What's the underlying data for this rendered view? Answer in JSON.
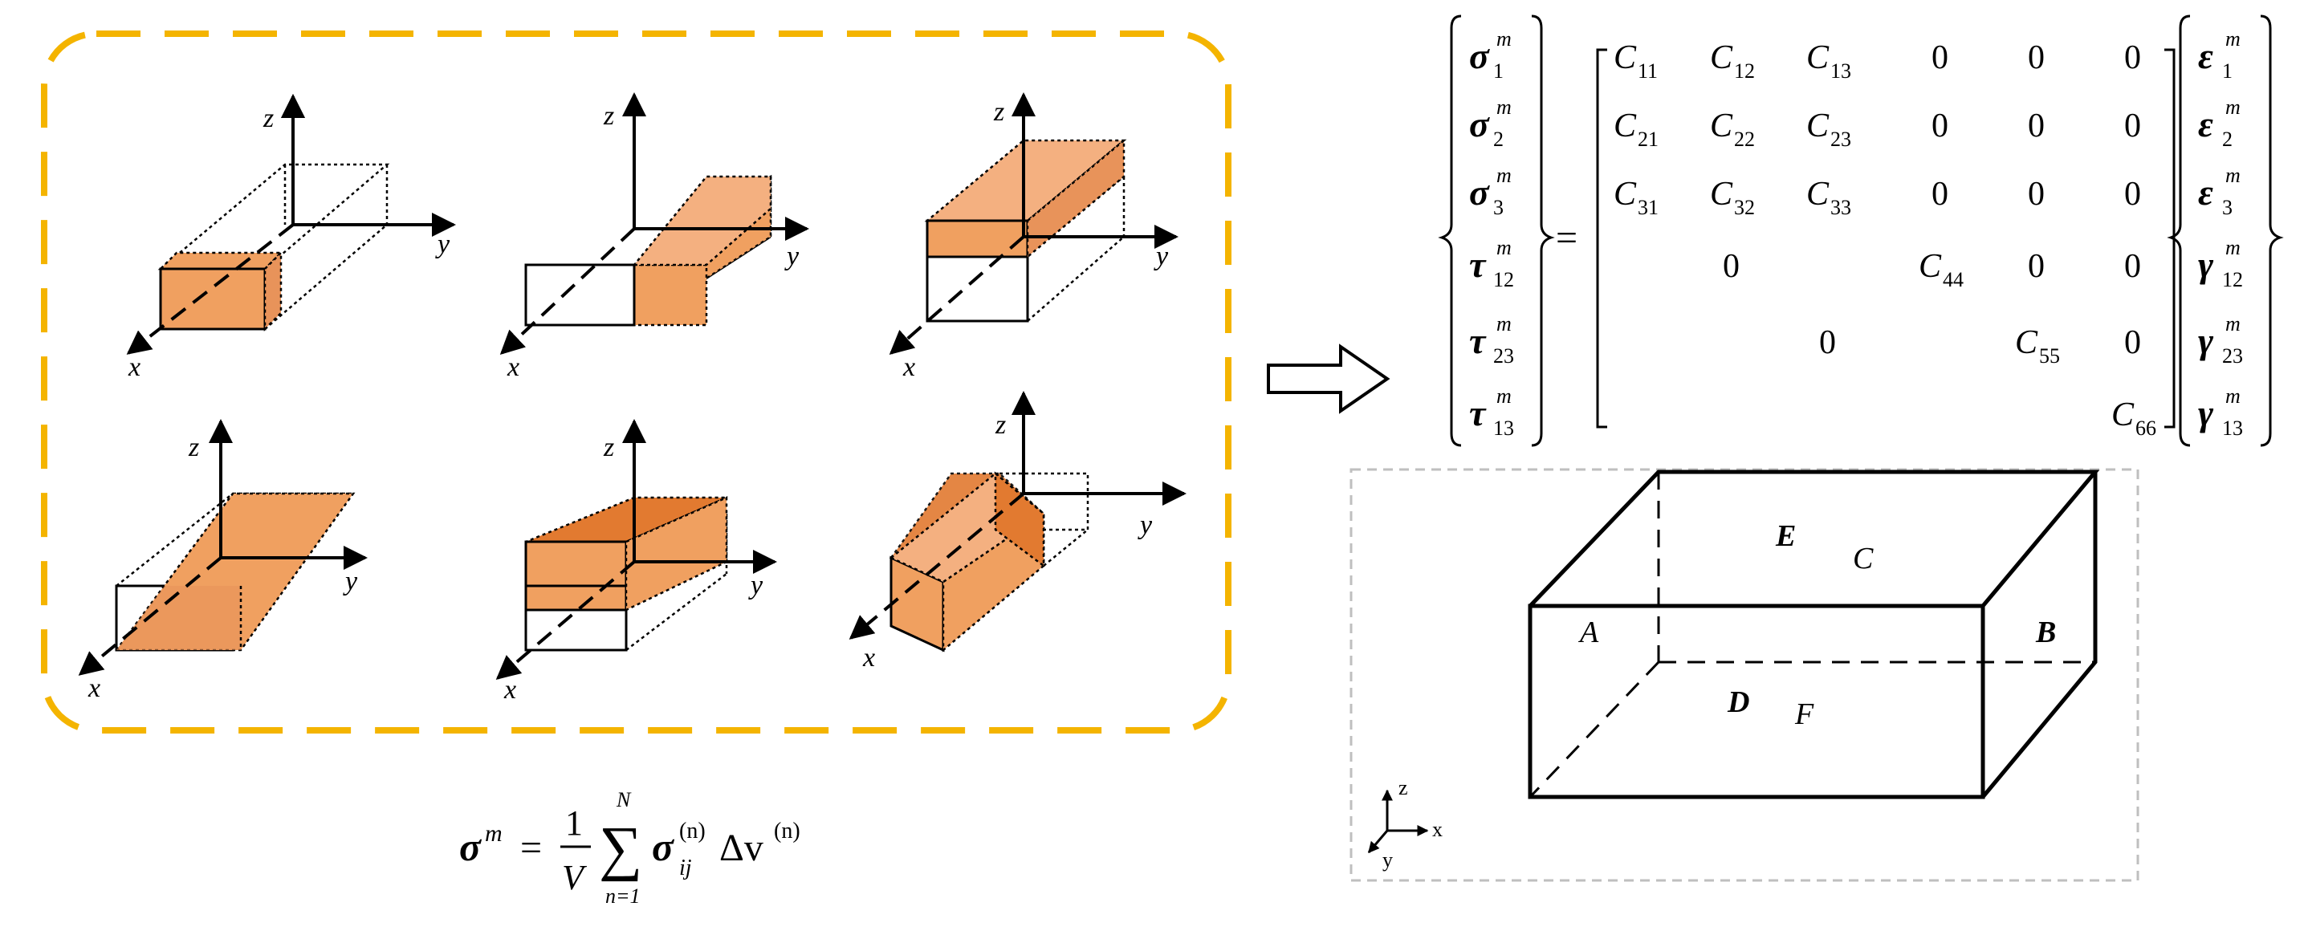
{
  "colors": {
    "frame_dash": "#F4B400",
    "fill": "#F0A060",
    "fill_dark": "#E27A30",
    "ink": "#000000",
    "box_frame": "#BFBFBF"
  },
  "axes": {
    "x": "x",
    "y": "y",
    "z": "z"
  },
  "formula": {
    "lhs": "σ",
    "lhs_sup": "m",
    "eq": "=",
    "frac_num": "1",
    "frac_den": "V",
    "sum": "∑",
    "sum_top": "N",
    "sum_bottom": "n=1",
    "term": "σ",
    "term_sub": "ij",
    "term_sup": "(n)",
    "delta": "Δv",
    "delta_sup": "(n)"
  },
  "arrow_icon": "right-arrow-icon",
  "equation": {
    "eq_sign": "=",
    "lhs": [
      {
        "base": "σ",
        "sub": "1",
        "sup": "m"
      },
      {
        "base": "σ",
        "sub": "2",
        "sup": "m"
      },
      {
        "base": "σ",
        "sub": "3",
        "sup": "m"
      },
      {
        "base": "τ",
        "sub": "12",
        "sup": "m"
      },
      {
        "base": "τ",
        "sub": "23",
        "sup": "m"
      },
      {
        "base": "τ",
        "sub": "13",
        "sup": "m"
      }
    ],
    "rhs": [
      {
        "base": "ε",
        "sub": "1",
        "sup": "m"
      },
      {
        "base": "ε",
        "sub": "2",
        "sup": "m"
      },
      {
        "base": "ε",
        "sub": "3",
        "sup": "m"
      },
      {
        "base": "γ",
        "sub": "12",
        "sup": "m"
      },
      {
        "base": "γ",
        "sub": "23",
        "sup": "m"
      },
      {
        "base": "γ",
        "sub": "13",
        "sup": "m"
      }
    ],
    "matrix": [
      [
        {
          "b": "C",
          "s": "11"
        },
        {
          "b": "C",
          "s": "12"
        },
        {
          "b": "C",
          "s": "13"
        },
        {
          "b": "0",
          "s": ""
        },
        {
          "b": "0",
          "s": ""
        },
        {
          "b": "0",
          "s": ""
        }
      ],
      [
        {
          "b": "C",
          "s": "21"
        },
        {
          "b": "C",
          "s": "22"
        },
        {
          "b": "C",
          "s": "23"
        },
        {
          "b": "0",
          "s": ""
        },
        {
          "b": "0",
          "s": ""
        },
        {
          "b": "0",
          "s": ""
        }
      ],
      [
        {
          "b": "C",
          "s": "31"
        },
        {
          "b": "C",
          "s": "32"
        },
        {
          "b": "C",
          "s": "33"
        },
        {
          "b": "0",
          "s": ""
        },
        {
          "b": "0",
          "s": ""
        },
        {
          "b": "0",
          "s": ""
        }
      ],
      [
        {
          "b": "",
          "s": ""
        },
        {
          "b": "0",
          "s": ""
        },
        {
          "b": "",
          "s": ""
        },
        {
          "b": "C",
          "s": "44"
        },
        {
          "b": "0",
          "s": ""
        },
        {
          "b": "0",
          "s": ""
        }
      ],
      [
        {
          "b": "",
          "s": ""
        },
        {
          "b": "",
          "s": ""
        },
        {
          "b": "0",
          "s": ""
        },
        {
          "b": "",
          "s": ""
        },
        {
          "b": "C",
          "s": "55"
        },
        {
          "b": "0",
          "s": ""
        }
      ],
      [
        {
          "b": "",
          "s": ""
        },
        {
          "b": "",
          "s": ""
        },
        {
          "b": "",
          "s": ""
        },
        {
          "b": "",
          "s": ""
        },
        {
          "b": "",
          "s": ""
        },
        {
          "b": "C",
          "s": "66"
        }
      ]
    ]
  },
  "box": {
    "face_labels": [
      {
        "text": "E",
        "bold": true
      },
      {
        "text": "C",
        "bold": false
      },
      {
        "text": "A",
        "bold": false
      },
      {
        "text": "B",
        "bold": true
      },
      {
        "text": "D",
        "bold": true
      },
      {
        "text": "F",
        "bold": false
      }
    ],
    "triad": {
      "z": "z",
      "x": "x",
      "y": "y"
    }
  }
}
